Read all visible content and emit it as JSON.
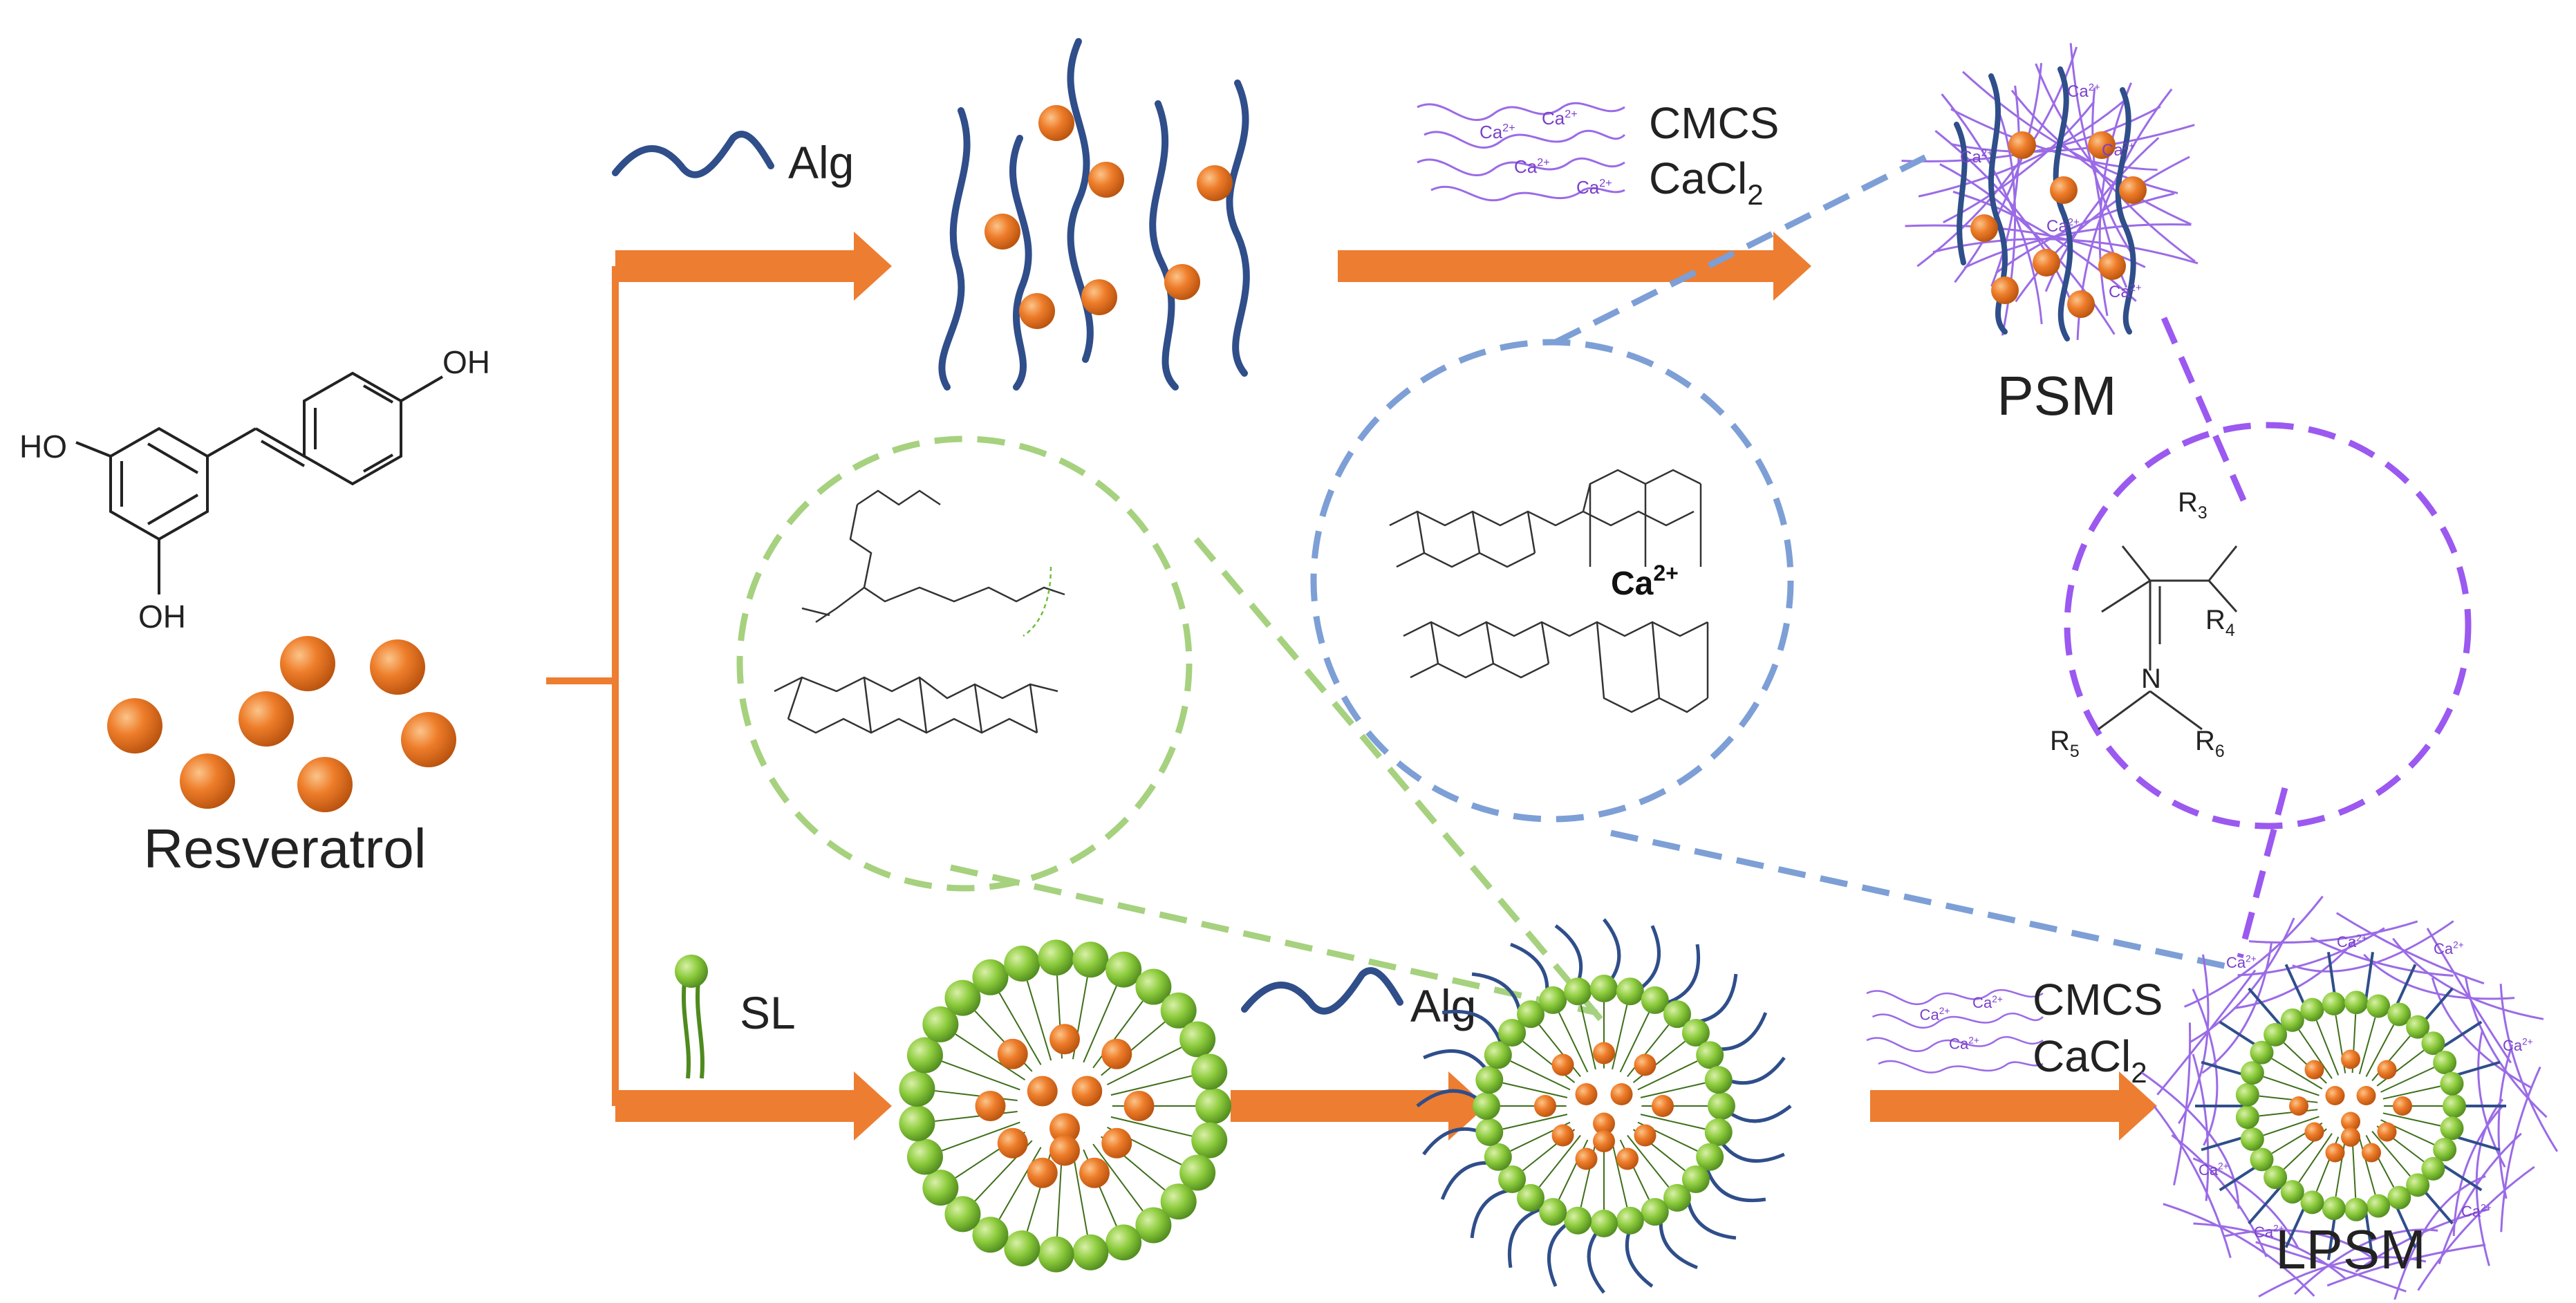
{
  "labels": {
    "resveratrol": "Resveratrol",
    "alg_top": "Alg",
    "cmcs_top": "CMCS",
    "cacl_top": "CaCl",
    "cacl_top_sub": "2",
    "psm": "PSM",
    "sl": "SL",
    "alg_bottom": "Alg",
    "cmcs_bottom": "CMCS",
    "cacl_bottom": "CaCl",
    "cacl_bottom_sub": "2",
    "lpsm": "LPSM"
  },
  "structure": {
    "ho_left": "HO",
    "oh_right": "OH",
    "oh_bottom": "OH"
  },
  "circles": {
    "blue_center": "Ca",
    "blue_center_sup": "2+",
    "purple_r3": "R",
    "purple_r3_sub": "3",
    "purple_r4": "R",
    "purple_r4_sub": "4",
    "purple_r5": "R",
    "purple_r5_sub": "5",
    "purple_r6": "R",
    "purple_r6_sub": "6",
    "purple_n": "N",
    "ca_badge": "Ca",
    "ca_badge_sup": "2+"
  },
  "colors": {
    "arrow": "#ED7D31",
    "alg": "#2F4E8A",
    "cmcs": "#9B6BE6",
    "lipid": "#8CCB3C",
    "drug": "#EE7D2A",
    "green_dash": "#A6D17E",
    "blue_dash": "#7D9FD6",
    "purple_dash": "#9B59F0"
  }
}
